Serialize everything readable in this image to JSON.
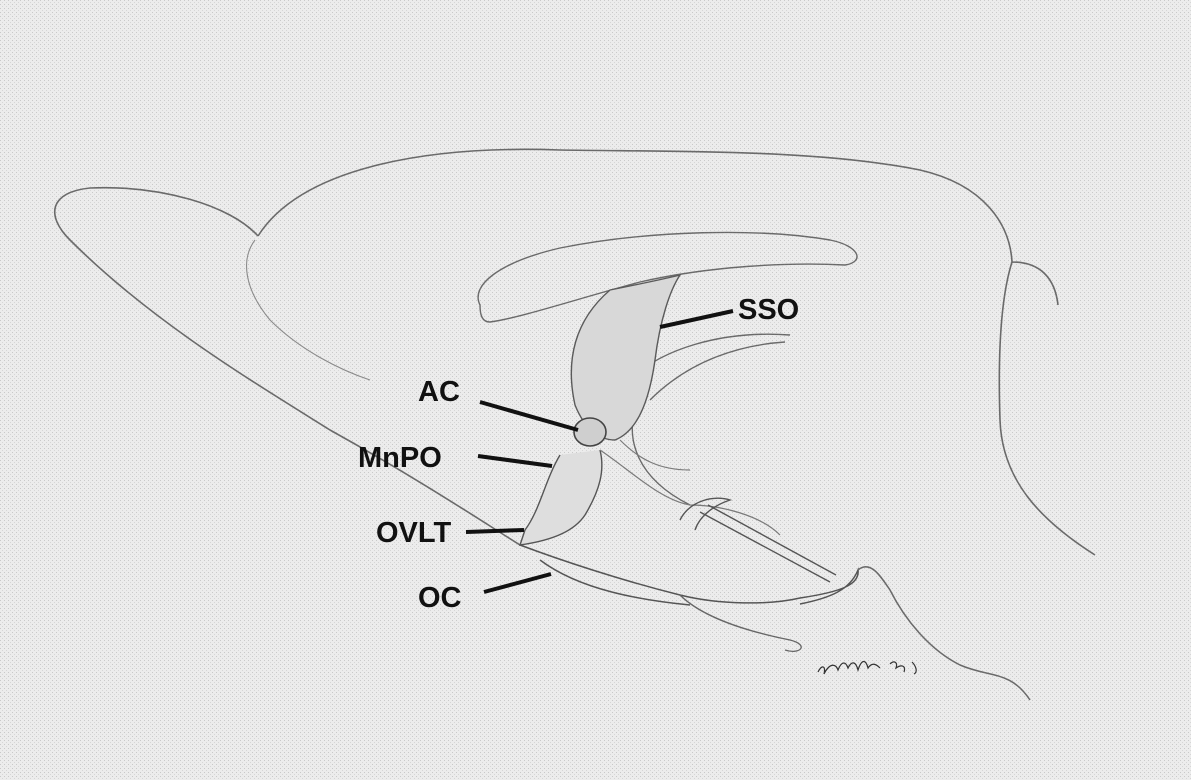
{
  "labels": {
    "sso": "SSO",
    "ac": "AC",
    "mnpo": "MnPO",
    "ovlt": "OVLT",
    "oc": "OC"
  },
  "colors": {
    "background": "#ececec",
    "ink": "#111111",
    "sketch": "#6a6a6a"
  }
}
